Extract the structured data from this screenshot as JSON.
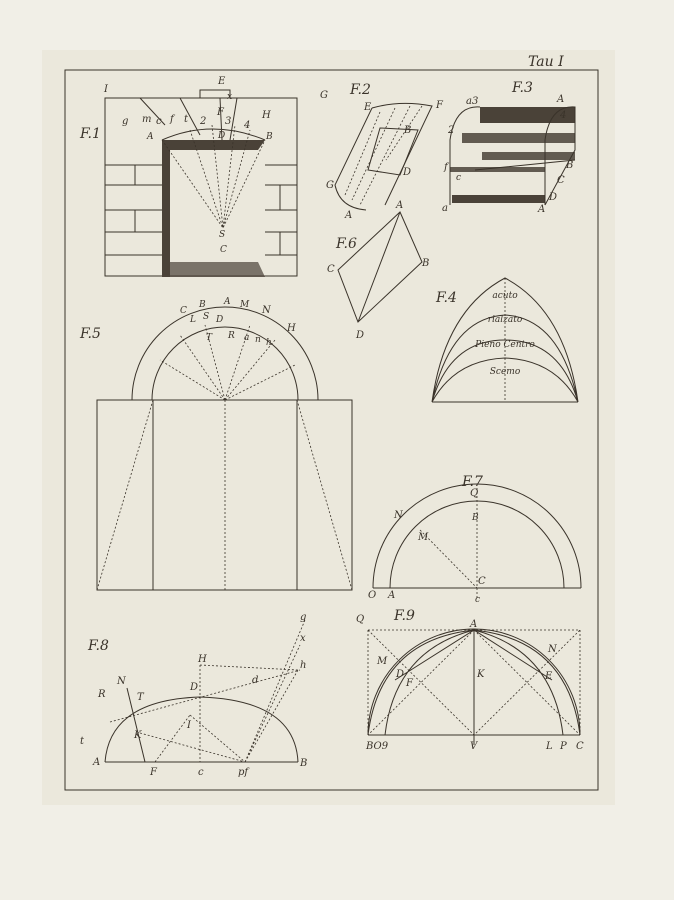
{
  "plate": {
    "title": "Tau I"
  },
  "figures": {
    "f1": {
      "label": "F.1",
      "points": [
        "I",
        "E",
        "x",
        "G",
        "g",
        "m",
        "c",
        "f",
        "t",
        "2",
        "F",
        "3",
        "4",
        "H",
        "A",
        "D",
        "B",
        "S",
        "C"
      ]
    },
    "f2": {
      "label": "F.2",
      "points": [
        "E",
        "F",
        "B",
        "D",
        "G",
        "A"
      ]
    },
    "f3": {
      "label": "F.3",
      "points": [
        "a3",
        "A",
        "4",
        "2",
        "B",
        "f",
        "c",
        "C",
        "D",
        "a",
        "A"
      ]
    },
    "f4": {
      "label": "F.4",
      "arches": [
        "acuto",
        "rialzato",
        "Pieno Centro",
        "Scemo"
      ]
    },
    "f5": {
      "label": "F.5",
      "points": [
        "C",
        "B",
        "A",
        "M",
        "N",
        "H",
        "L",
        "S",
        "D",
        "T",
        "R",
        "a",
        "n",
        "h"
      ]
    },
    "f6": {
      "label": "F.6",
      "points": [
        "A",
        "B",
        "C",
        "D"
      ]
    },
    "f7": {
      "label": "F.7",
      "points": [
        "N",
        "M",
        "Q",
        "B",
        "C",
        "c",
        "O",
        "A"
      ]
    },
    "f8": {
      "label": "F.8",
      "points": [
        "g",
        "x",
        "h",
        "H",
        "D",
        "d",
        "N",
        "R",
        "T",
        "I",
        "K",
        "t",
        "A",
        "F",
        "c",
        "pf",
        "B"
      ]
    },
    "f9": {
      "label": "F.9",
      "points": [
        "Q",
        "A",
        "M",
        "D",
        "F",
        "K",
        "N",
        "E",
        "BO9",
        "V",
        "L",
        "P",
        "C"
      ]
    }
  },
  "colors": {
    "paper": "#ebe8dc",
    "ink": "#3a332a"
  }
}
